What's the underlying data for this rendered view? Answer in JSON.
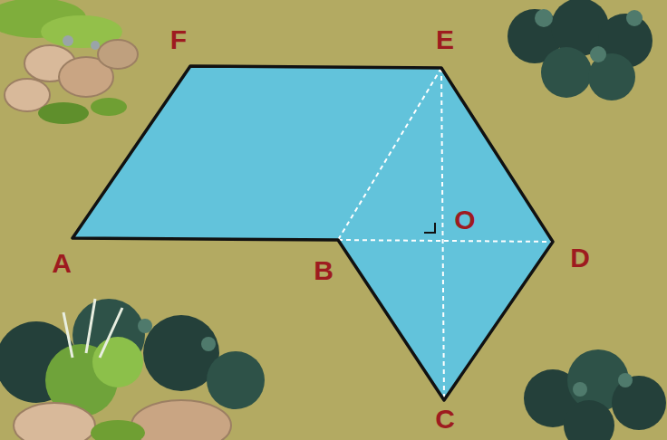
{
  "diagram": {
    "labels": [
      "F",
      "E",
      "A",
      "B",
      "O",
      "D",
      "C"
    ]
  }
}
